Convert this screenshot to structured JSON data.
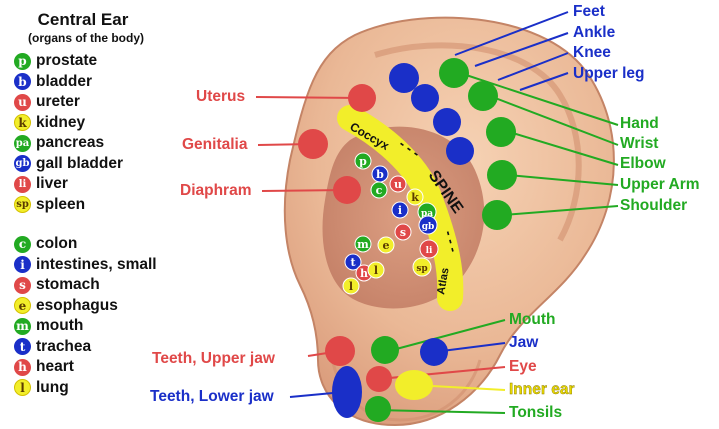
{
  "legend": {
    "title": "Central Ear",
    "subtitle": "(organs of the body)",
    "group1": [
      {
        "badge": "p",
        "label": "prostate",
        "color": "#22aa22"
      },
      {
        "badge": "b",
        "label": "bladder",
        "color": "#1a2fc8"
      },
      {
        "badge": "u",
        "label": "ureter",
        "color": "#e04848"
      },
      {
        "badge": "k",
        "label": "kidney",
        "color": "#f2ee2a"
      },
      {
        "badge": "pa",
        "label": "pancreas",
        "color": "#22aa22"
      },
      {
        "badge": "gb",
        "label": "gall bladder",
        "color": "#1a2fc8"
      },
      {
        "badge": "li",
        "label": "liver",
        "color": "#e04848"
      },
      {
        "badge": "sp",
        "label": "spleen",
        "color": "#f2ee2a"
      }
    ],
    "group2": [
      {
        "badge": "c",
        "label": "colon",
        "color": "#22aa22"
      },
      {
        "badge": "i",
        "label": "intestines, small",
        "color": "#1a2fc8"
      },
      {
        "badge": "s",
        "label": "stomach",
        "color": "#e04848"
      },
      {
        "badge": "e",
        "label": "esophagus",
        "color": "#f2ee2a"
      },
      {
        "badge": "m",
        "label": "mouth",
        "color": "#22aa22"
      },
      {
        "badge": "t",
        "label": "trachea",
        "color": "#1a2fc8"
      },
      {
        "badge": "h",
        "label": "heart",
        "color": "#e04848"
      },
      {
        "badge": "l",
        "label": "lung",
        "color": "#f2ee2a"
      }
    ]
  },
  "spine": {
    "label": "SPINE",
    "top_label": "Coccyx",
    "bottom_label": "Atlas"
  },
  "colors": {
    "blue": "#1a2fc8",
    "green": "#22aa22",
    "red": "#e04848",
    "yellow": "#f2ee2a",
    "skin": "#e8b08c"
  },
  "callouts": {
    "right_blue": [
      "Feet",
      "Ankle",
      "Knee",
      "Upper leg"
    ],
    "right_green": [
      "Hand",
      "Wrist",
      "Elbow",
      "Upper Arm",
      "Shoulder"
    ],
    "left_red": [
      "Uterus",
      "Genitalia",
      "Diaphram",
      "Teeth, Upper jaw"
    ],
    "left_blue": [
      "Teeth, Lower jaw"
    ],
    "lower_right": {
      "mouth": "Mouth",
      "jaw": "Jaw",
      "eye": "Eye",
      "inner_ear": "Inner ear",
      "tonsils": "Tonsils"
    }
  }
}
